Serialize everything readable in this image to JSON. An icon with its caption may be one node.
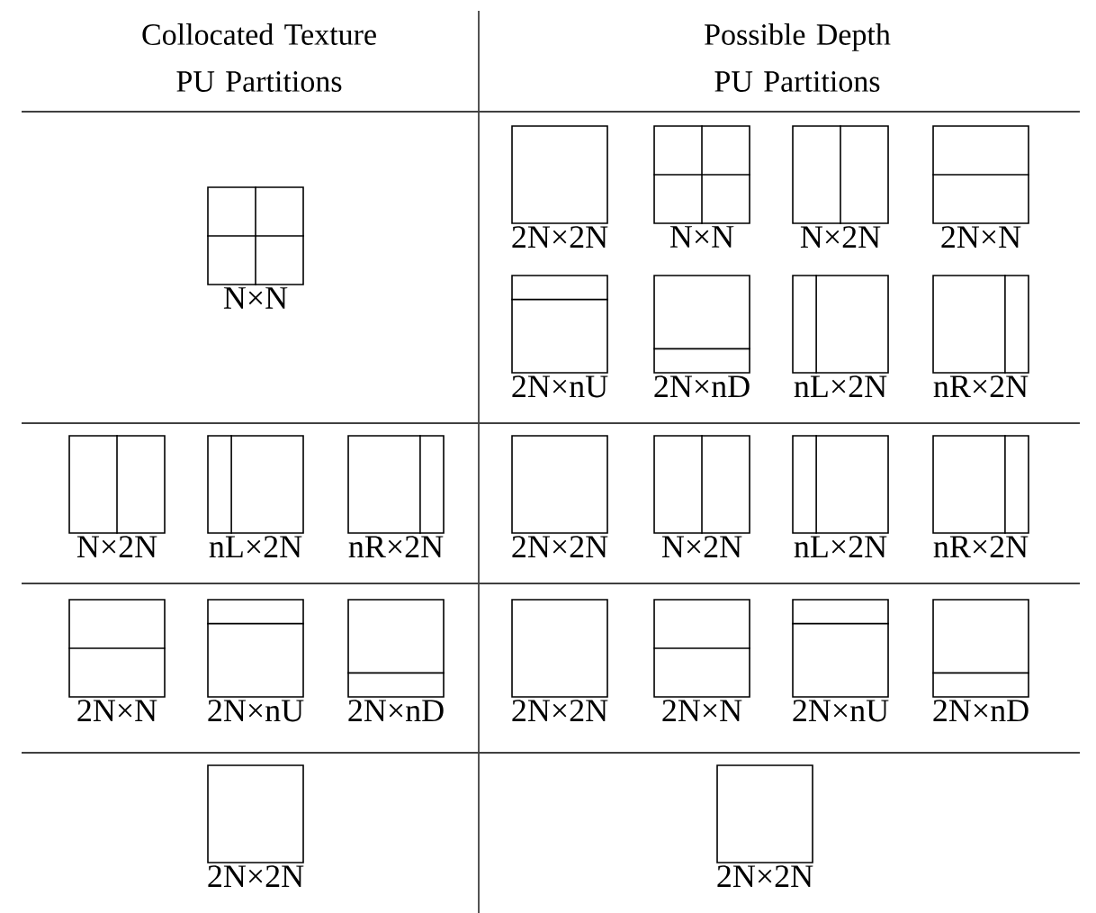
{
  "diagram": {
    "nodes": [
      {
        "text": [
          "N×N"
        ]
      },
      {
        "text": [
          "2N×2N"
        ]
      },
      {
        "text": [
          "N×N"
        ]
      },
      {
        "text": [
          "N×2N"
        ]
      },
      {
        "text": [
          "2N×N"
        ]
      },
      {
        "text": [
          "2N×nU"
        ]
      },
      {
        "text": [
          "2N×nD"
        ]
      },
      {
        "text": [
          "nL×2N"
        ]
      },
      {
        "text": [
          "nR×2N"
        ]
      },
      {
        "text": [
          "N×2N"
        ]
      },
      {
        "text": [
          "nL×2N"
        ]
      },
      {
        "text": [
          "nR×2N"
        ]
      },
      {
        "text": [
          "2N×2N"
        ]
      },
      {
        "text": [
          "N×2N"
        ]
      },
      {
        "text": [
          "nL×2N"
        ]
      },
      {
        "text": [
          "nR×2N"
        ]
      },
      {
        "text": [
          "2N×N"
        ]
      },
      {
        "text": [
          "2N×nU"
        ]
      },
      {
        "text": [
          "2N×nD"
        ]
      },
      {
        "text": [
          "2N×2N"
        ]
      },
      {
        "text": [
          "2N×N"
        ]
      },
      {
        "text": [
          "2N×nU"
        ]
      },
      {
        "text": [
          "2N×nD"
        ]
      },
      {
        "text": [
          "2N×2N"
        ]
      },
      {
        "text": [
          "2N×2N"
        ]
      }
    ],
    "labels": [
      "Collocated Texture PU Partitions",
      "Possible Depth PU Partitions"
    ]
  }
}
